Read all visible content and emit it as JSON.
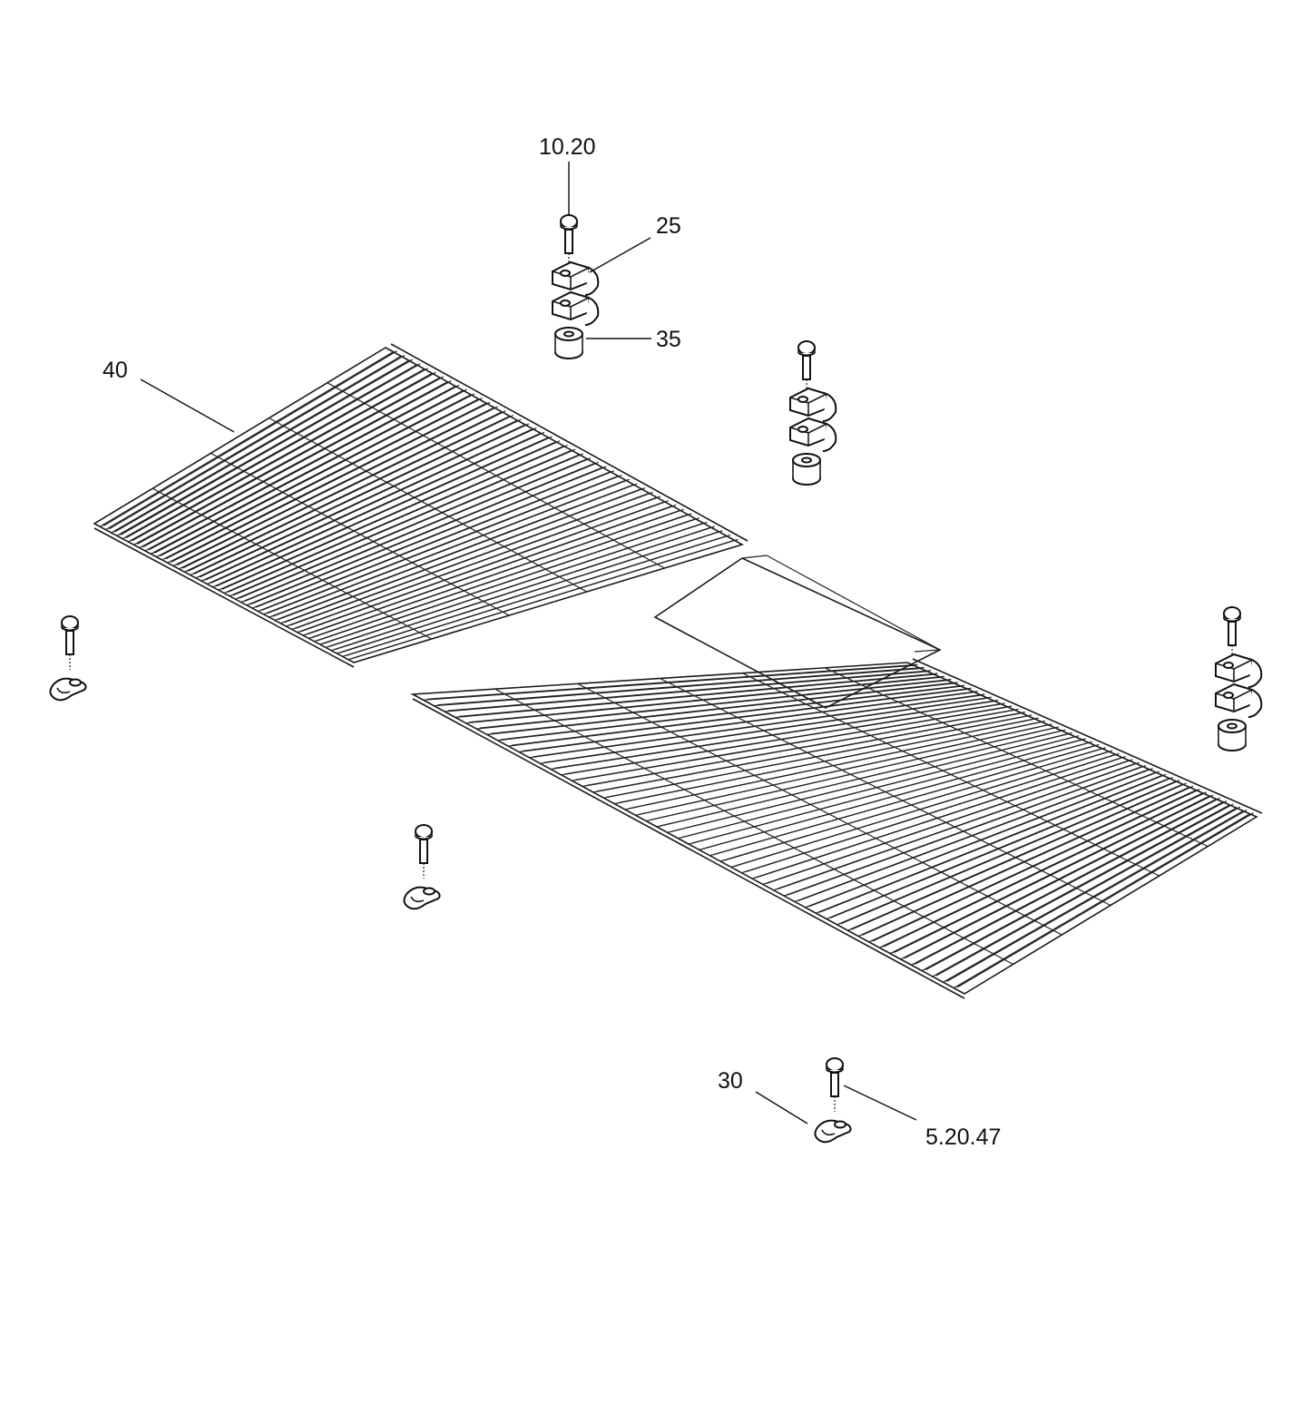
{
  "callouts": {
    "bolt_top": "10.20",
    "clamp": "25",
    "spacer": "35",
    "grating": "40",
    "clip": "30",
    "bolt_bottom": "5.20.47"
  },
  "colors": {
    "line": "#1a1a1a",
    "background": "#ffffff"
  }
}
